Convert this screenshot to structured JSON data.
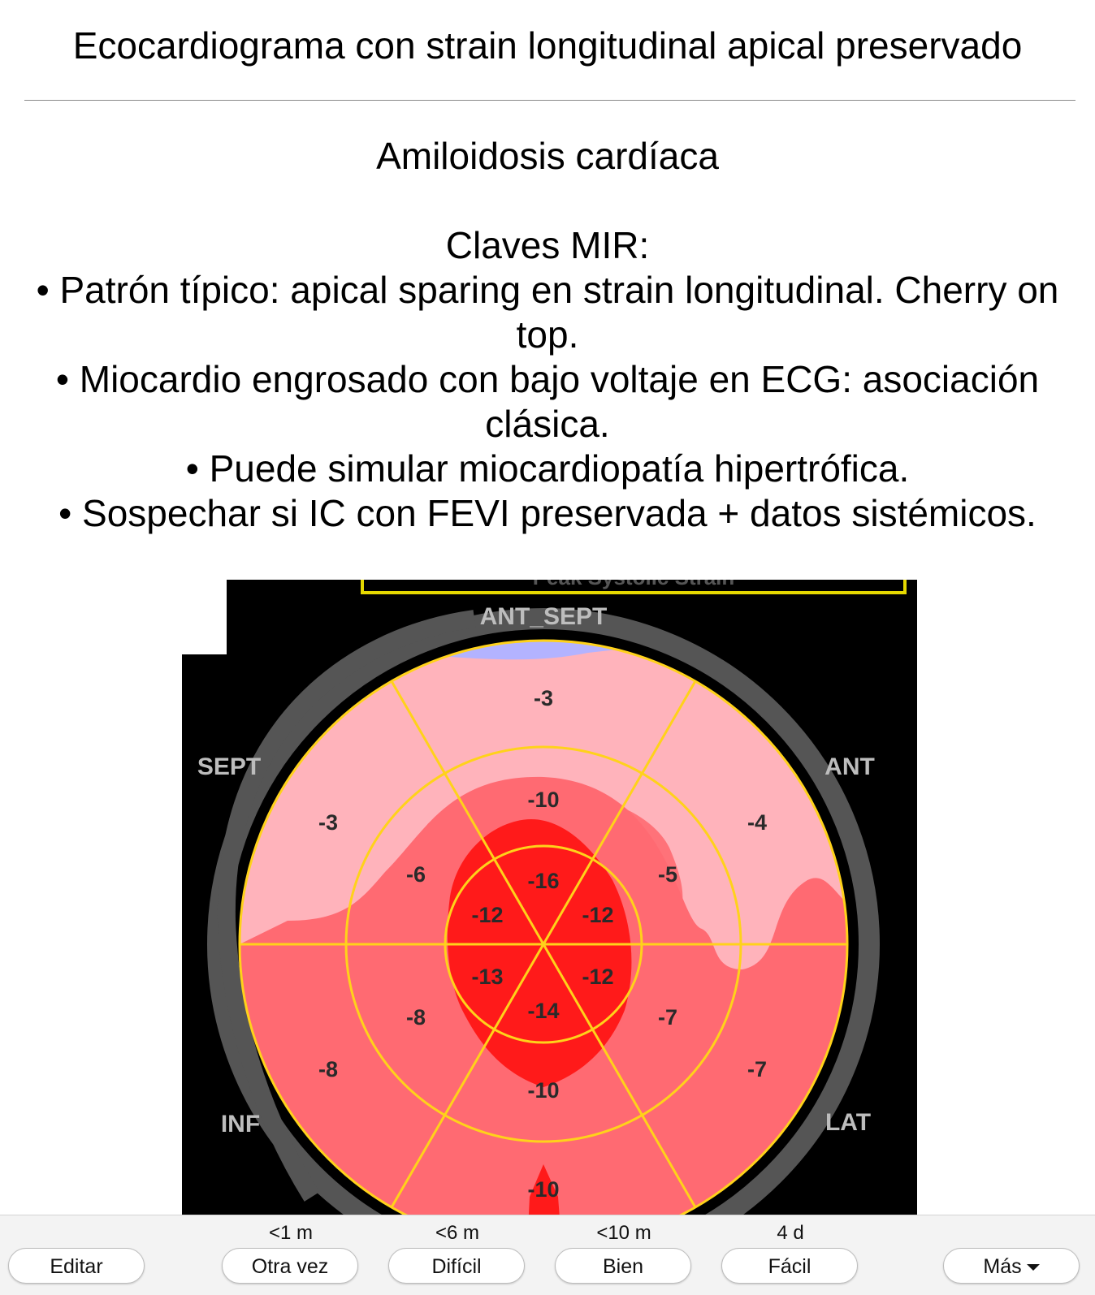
{
  "card": {
    "question": "Ecocardiograma con strain longitudinal apical preservado",
    "answer_title": "Amiloidosis cardíaca",
    "keys_heading": "Claves MIR:",
    "bullets": [
      "• Patrón típico: apical sparing en strain longitudinal. Cherry on top.",
      "• Miocardio engrosado con bajo voltaje en ECG: asociación clásica.",
      "• Puede simular miocardiopatía hipertrófica.",
      "• Sospechar si IC con FEVI preservada + datos sistémicos."
    ]
  },
  "figure": {
    "top_banner": "Peak Systolic Strain",
    "orientation_labels": {
      "ant_sept": "ANT_SEPT",
      "sept": "SEPT",
      "ant": "ANT",
      "inf": "INF",
      "lat": "LAT"
    },
    "segments": {
      "basal_anterior_septal": "-3",
      "basal_septal": "-3",
      "basal_anterior": "-4",
      "basal_inferior": "-8",
      "basal_lateral": "-7",
      "basal_posterior": "-10",
      "mid_anterior_septal": "-10",
      "mid_septal": "-6",
      "mid_anterior": "-5",
      "mid_inferior": "-8",
      "mid_lateral": "-7",
      "mid_posterior": "-10",
      "apex_anterior": "-16",
      "apex_septal": "-12",
      "apex_lateral_upper": "-12",
      "apex_inferior_septal": "-13",
      "apex_lateral_lower": "-12",
      "apex_inferior": "-14"
    },
    "colors": {
      "background": "#000000",
      "ring": "#555555",
      "light": "#ffb3bb",
      "medium": "#ff6a72",
      "strong": "#ff1a1a",
      "border": "#ffd21a",
      "reduced": "#b3b3ff"
    }
  },
  "answer_buttons": [
    {
      "label": "Editar",
      "due": ""
    },
    {
      "label": "Otra vez",
      "due": "<1 m"
    },
    {
      "label": "Difícil",
      "due": "<6 m"
    },
    {
      "label": "Bien",
      "due": "<10 m"
    },
    {
      "label": "Fácil",
      "due": "4 d"
    }
  ],
  "more_button": {
    "label": "Más"
  }
}
